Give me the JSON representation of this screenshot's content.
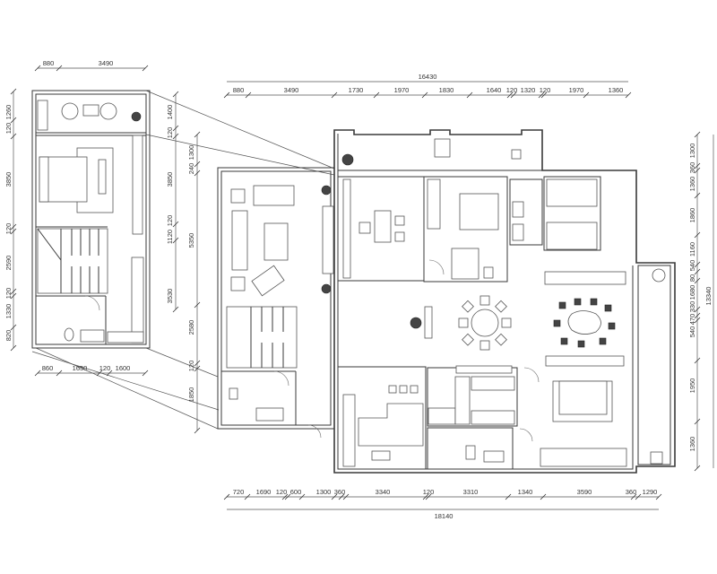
{
  "drawing": {
    "dimensions": {
      "left_top": [
        "880",
        "3490"
      ],
      "left_bottom": [
        "860",
        "1650",
        "120",
        "1600"
      ],
      "left_side": [
        "1260",
        "120",
        "3850",
        "120",
        "2590",
        "120",
        "1330",
        "820"
      ],
      "middle_side_inner": [
        "1400",
        "120",
        "3850",
        "120",
        "1120",
        "3530"
      ],
      "middle_side_outer": [
        "1300",
        "240",
        "5350",
        "2580",
        "120",
        "1850"
      ],
      "main_top_total": "16430",
      "main_top": [
        "880",
        "3490",
        "1730",
        "1970",
        "1830",
        "1640",
        "120",
        "1320",
        "120",
        "1970",
        "1360"
      ],
      "main_bottom": [
        "720",
        "1690",
        "120",
        "600",
        "1300",
        "360",
        "3340",
        "120",
        "3310",
        "1340",
        "3590",
        "360",
        "1290"
      ],
      "main_bottom_total": "18140",
      "right_side": [
        "1300",
        "360",
        "1360",
        "1860",
        "1160",
        "540",
        "80",
        "1680",
        "330",
        "470",
        "540",
        "1950",
        "1360"
      ],
      "right_total": "13340"
    },
    "colors": {
      "line": "#3a3a3a",
      "background": "#ffffff"
    }
  }
}
